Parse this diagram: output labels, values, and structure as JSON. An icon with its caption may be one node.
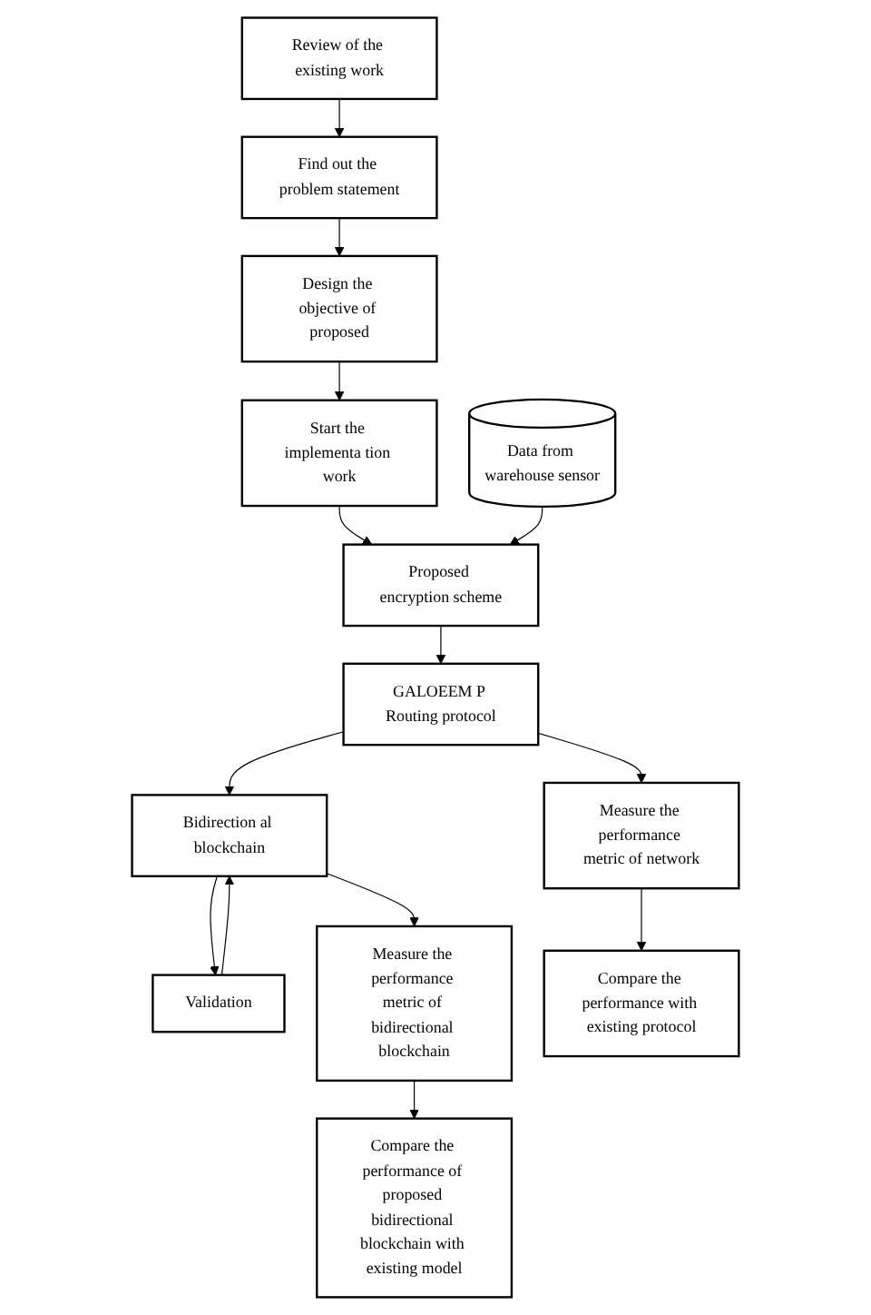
{
  "diagram": {
    "nodes": [
      {
        "text": [
          "Review of the existing work"
        ]
      },
      {
        "text": [
          "Find out the problem statement"
        ]
      },
      {
        "text": [
          "Design the objective of proposed"
        ]
      },
      {
        "text": [
          "Start the implementa tion work"
        ]
      },
      {
        "text": [
          "Data from warehouse sensor"
        ]
      },
      {
        "text": [
          "Proposed encryption scheme"
        ]
      },
      {
        "text": [
          "GALOEEM P Routing protocol"
        ]
      },
      {
        "text": [
          "Bidirection al blockchain"
        ]
      },
      {
        "text": [
          "Validation"
        ]
      },
      {
        "text": [
          "Measure the performance metric of network"
        ]
      },
      {
        "text": [
          "Measure the performance metric of bidirectional blockchain"
        ]
      },
      {
        "text": [
          "Compare the performance with existing protocol"
        ]
      },
      {
        "text": [
          "Compare the performance of proposed bidirectional blockchain with existing model"
        ]
      }
    ],
    "edges": [
      {
        "from": 0,
        "to": 1,
        "arrow": "to"
      },
      {
        "from": 1,
        "to": 2,
        "arrow": "to"
      },
      {
        "from": 2,
        "to": 3,
        "arrow": "to"
      },
      {
        "from": 3,
        "to": 5,
        "arrow": "to"
      },
      {
        "from": 4,
        "to": 5,
        "arrow": "to"
      },
      {
        "from": 5,
        "to": 6,
        "arrow": "to"
      },
      {
        "from": 6,
        "to": 7,
        "arrow": "to"
      },
      {
        "from": 7,
        "to": 8,
        "arrow": "to"
      },
      {
        "from": 8,
        "to": 7,
        "arrow": "to"
      },
      {
        "from": 6,
        "to": 9,
        "arrow": "to"
      },
      {
        "from": 7,
        "to": 10,
        "arrow": "to"
      },
      {
        "from": 9,
        "to": 11,
        "arrow": "to"
      },
      {
        "from": 10,
        "to": 12,
        "arrow": "to"
      }
    ]
  }
}
